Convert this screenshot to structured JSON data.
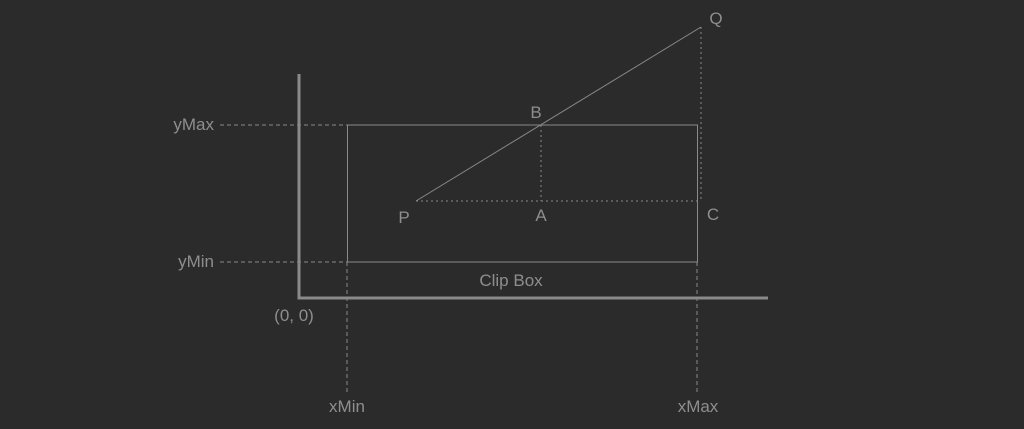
{
  "labels": {
    "y_max": "yMax",
    "y_min": "yMin",
    "x_min": "xMin",
    "x_max": "xMax",
    "origin": "(0, 0)",
    "clip_box": "Clip Box",
    "point_p": "P",
    "point_q": "Q",
    "point_a": "A",
    "point_b": "B",
    "point_c": "C"
  }
}
